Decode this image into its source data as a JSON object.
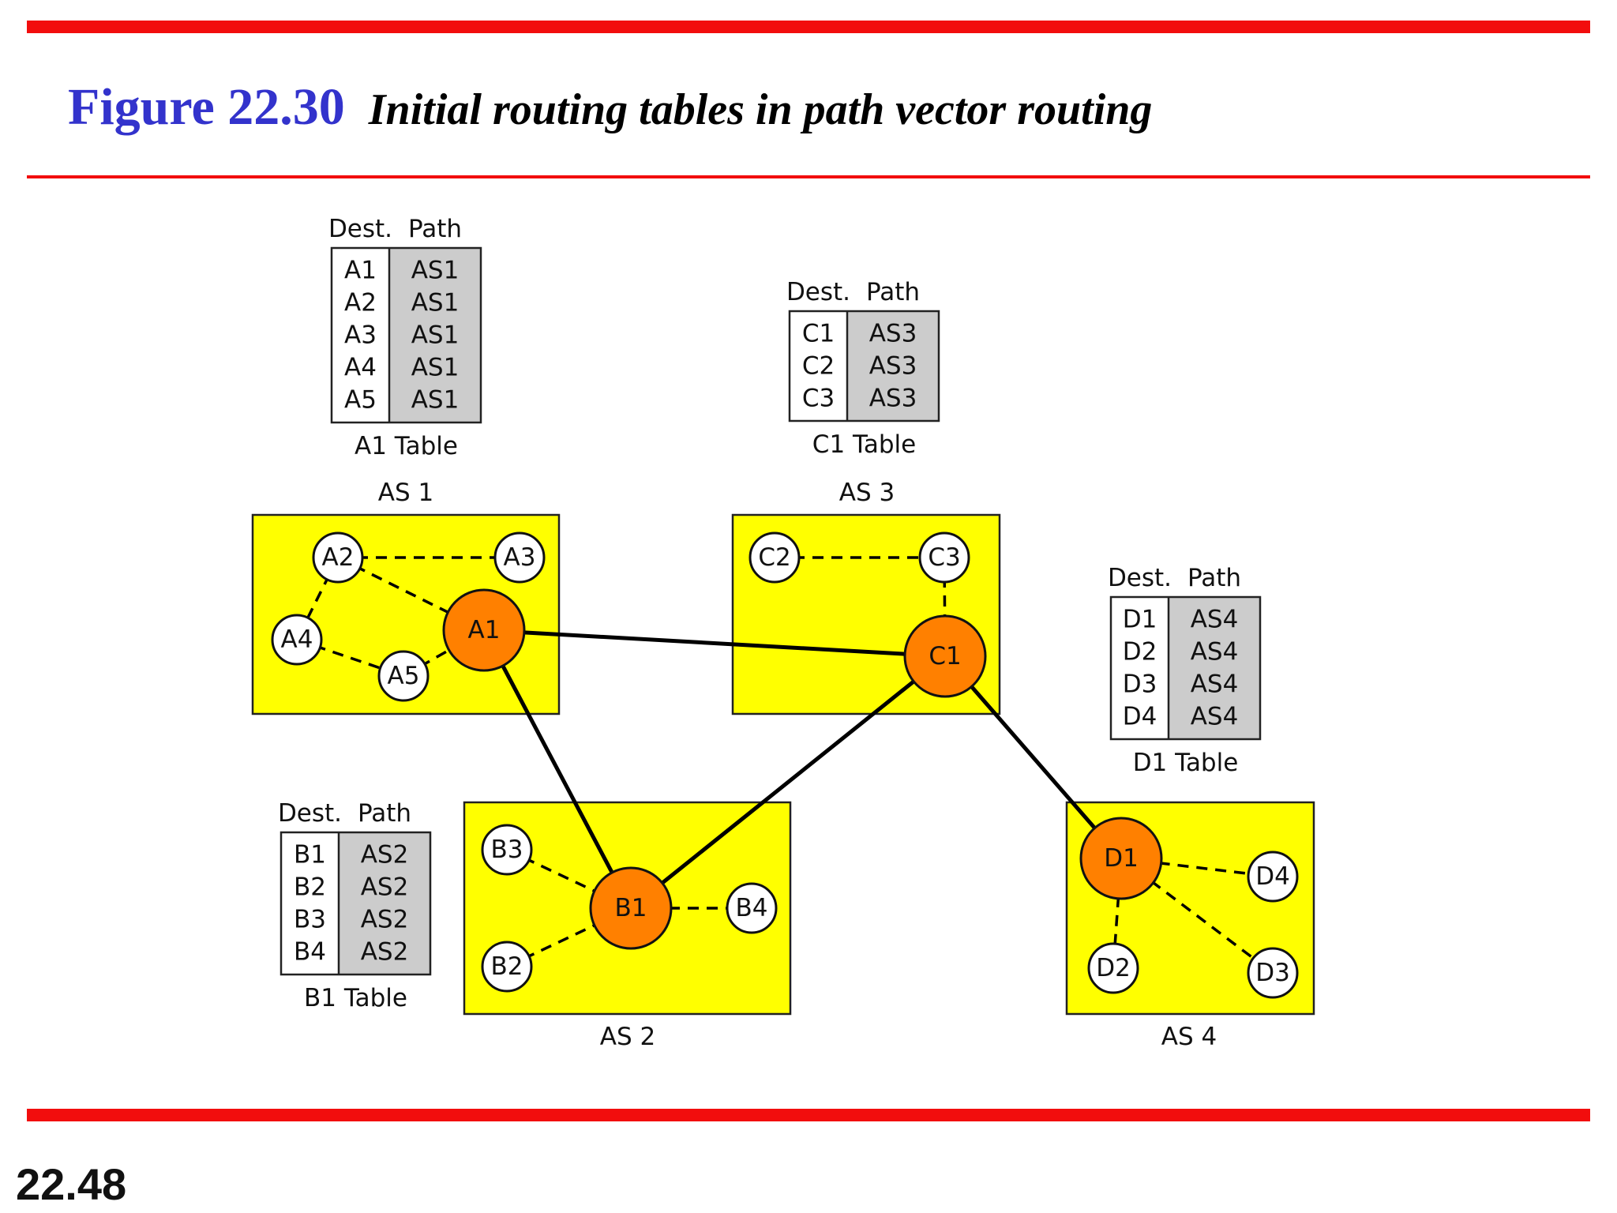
{
  "figure": {
    "label": "Figure 22.30",
    "caption": "Initial routing tables in path vector routing"
  },
  "slide_number": "22.48",
  "colors": {
    "rule": "#f20d0d",
    "figure_label": "#3333cc",
    "as_box": "#ffff00",
    "speaker_node": "#ff8000",
    "node": "#ffffff",
    "path_cell": "#cccccc"
  },
  "autonomous_systems": [
    {
      "id": "as1",
      "label": "AS 1"
    },
    {
      "id": "as2",
      "label": "AS 2"
    },
    {
      "id": "as3",
      "label": "AS 3"
    },
    {
      "id": "as4",
      "label": "AS 4"
    }
  ],
  "routers": [
    {
      "id": "A1",
      "label": "A1",
      "as": "as1",
      "speaker": true
    },
    {
      "id": "A2",
      "label": "A2",
      "as": "as1",
      "speaker": false
    },
    {
      "id": "A3",
      "label": "A3",
      "as": "as1",
      "speaker": false
    },
    {
      "id": "A4",
      "label": "A4",
      "as": "as1",
      "speaker": false
    },
    {
      "id": "A5",
      "label": "A5",
      "as": "as1",
      "speaker": false
    },
    {
      "id": "B1",
      "label": "B1",
      "as": "as2",
      "speaker": true
    },
    {
      "id": "B2",
      "label": "B2",
      "as": "as2",
      "speaker": false
    },
    {
      "id": "B3",
      "label": "B3",
      "as": "as2",
      "speaker": false
    },
    {
      "id": "B4",
      "label": "B4",
      "as": "as2",
      "speaker": false
    },
    {
      "id": "C1",
      "label": "C1",
      "as": "as3",
      "speaker": true
    },
    {
      "id": "C2",
      "label": "C2",
      "as": "as3",
      "speaker": false
    },
    {
      "id": "C3",
      "label": "C3",
      "as": "as3",
      "speaker": false
    },
    {
      "id": "D1",
      "label": "D1",
      "as": "as4",
      "speaker": true
    },
    {
      "id": "D2",
      "label": "D2",
      "as": "as4",
      "speaker": false
    },
    {
      "id": "D3",
      "label": "D3",
      "as": "as4",
      "speaker": false
    },
    {
      "id": "D4",
      "label": "D4",
      "as": "as4",
      "speaker": false
    }
  ],
  "links": {
    "inter_as": [
      [
        "A1",
        "C1"
      ],
      [
        "A1",
        "B1"
      ],
      [
        "B1",
        "C1"
      ],
      [
        "C1",
        "D1"
      ]
    ],
    "intra_as": [
      [
        "A2",
        "A3"
      ],
      [
        "A2",
        "A1"
      ],
      [
        "A2",
        "A4"
      ],
      [
        "A4",
        "A5"
      ],
      [
        "A5",
        "A1"
      ],
      [
        "B3",
        "B1"
      ],
      [
        "B2",
        "B1"
      ],
      [
        "B1",
        "B4"
      ],
      [
        "C2",
        "C3"
      ],
      [
        "C3",
        "C1"
      ],
      [
        "D1",
        "D4"
      ],
      [
        "D1",
        "D2"
      ],
      [
        "D1",
        "D3"
      ]
    ]
  },
  "tables": [
    {
      "id": "a1-table",
      "caption": "A1 Table",
      "header_dest": "Dest.",
      "header_path": "Path",
      "rows": [
        {
          "dest": "A1",
          "path": "AS1"
        },
        {
          "dest": "A2",
          "path": "AS1"
        },
        {
          "dest": "A3",
          "path": "AS1"
        },
        {
          "dest": "A4",
          "path": "AS1"
        },
        {
          "dest": "A5",
          "path": "AS1"
        }
      ]
    },
    {
      "id": "c1-table",
      "caption": "C1 Table",
      "header_dest": "Dest.",
      "header_path": "Path",
      "rows": [
        {
          "dest": "C1",
          "path": "AS3"
        },
        {
          "dest": "C2",
          "path": "AS3"
        },
        {
          "dest": "C3",
          "path": "AS3"
        }
      ]
    },
    {
      "id": "d1-table",
      "caption": "D1 Table",
      "header_dest": "Dest.",
      "header_path": "Path",
      "rows": [
        {
          "dest": "D1",
          "path": "AS4"
        },
        {
          "dest": "D2",
          "path": "AS4"
        },
        {
          "dest": "D3",
          "path": "AS4"
        },
        {
          "dest": "D4",
          "path": "AS4"
        }
      ]
    },
    {
      "id": "b1-table",
      "caption": "B1 Table",
      "header_dest": "Dest.",
      "header_path": "Path",
      "rows": [
        {
          "dest": "B1",
          "path": "AS2"
        },
        {
          "dest": "B2",
          "path": "AS2"
        },
        {
          "dest": "B3",
          "path": "AS2"
        },
        {
          "dest": "B4",
          "path": "AS2"
        }
      ]
    }
  ]
}
